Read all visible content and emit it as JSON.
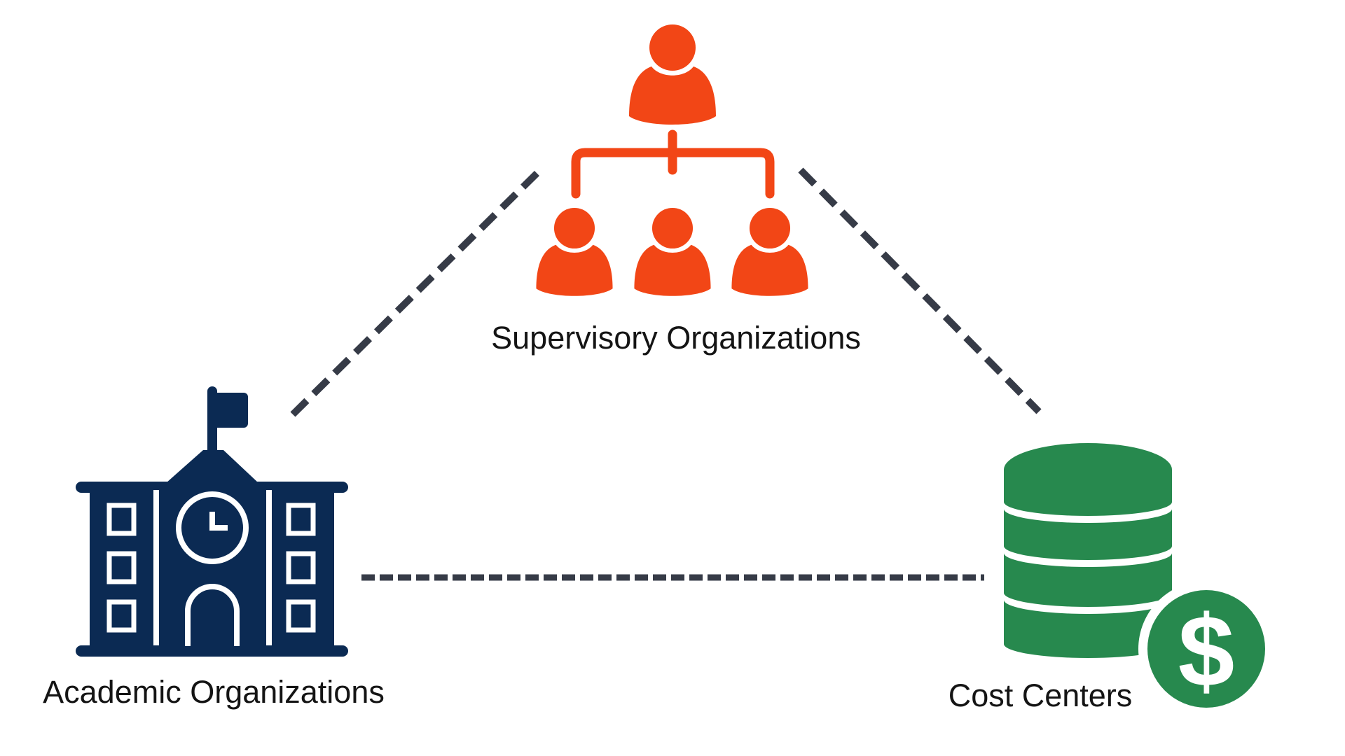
{
  "diagram": {
    "nodes": [
      {
        "id": "supervisory-organizations",
        "label": "Supervisory Organizations",
        "icon": "org-chart-icon",
        "color": "#F24616"
      },
      {
        "id": "academic-organizations",
        "label": "Academic Organizations",
        "icon": "school-building-icon",
        "color": "#0B2A53"
      },
      {
        "id": "cost-centers",
        "label": "Cost Centers",
        "icon": "database-dollar-icon",
        "color": "#27894E"
      }
    ],
    "edges": [
      {
        "from": "academic-organizations",
        "to": "supervisory-organizations",
        "style": "dashed"
      },
      {
        "from": "supervisory-organizations",
        "to": "cost-centers",
        "style": "dashed"
      },
      {
        "from": "academic-organizations",
        "to": "cost-centers",
        "style": "dashed"
      }
    ],
    "edge_color": "#363B47",
    "label_color": "#141414",
    "background": "#FFFFFF",
    "dollar_sign": "$"
  }
}
